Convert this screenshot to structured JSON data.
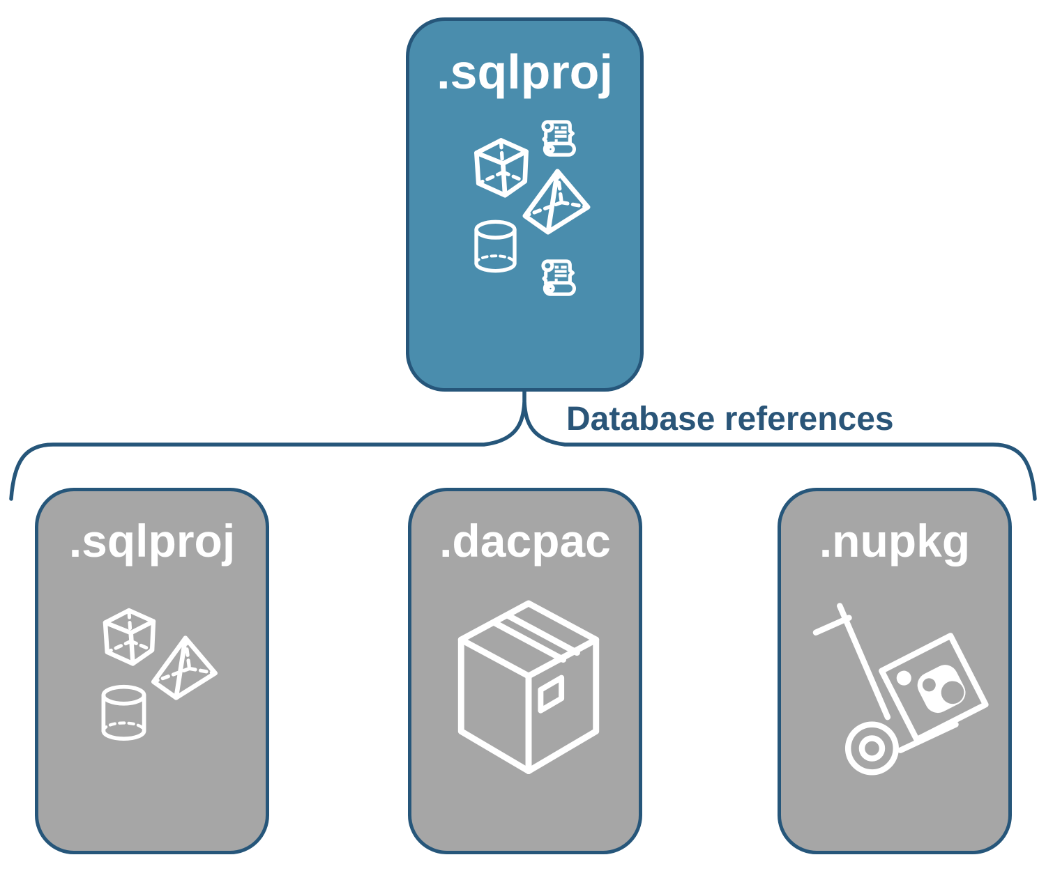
{
  "diagram": {
    "root": {
      "label": ".sqlproj",
      "icons": [
        "scroll-icon",
        "cube-icon",
        "pyramid-icon",
        "cylinder-icon",
        "scroll-icon"
      ]
    },
    "connector": {
      "label": "Database references"
    },
    "children": [
      {
        "label": ".sqlproj",
        "icons": [
          "cube-icon",
          "pyramid-icon",
          "cylinder-icon"
        ]
      },
      {
        "label": ".dacpac",
        "icons": [
          "package-box-icon"
        ]
      },
      {
        "label": ".nupkg",
        "icons": [
          "nuget-handtruck-icon"
        ]
      }
    ]
  },
  "colors": {
    "root_fill": "#4A8DAD",
    "child_fill": "#A6A6A6",
    "outline_and_text": "#26567A",
    "icon_stroke": "#FFFFFF",
    "background": "#FFFFFF"
  }
}
